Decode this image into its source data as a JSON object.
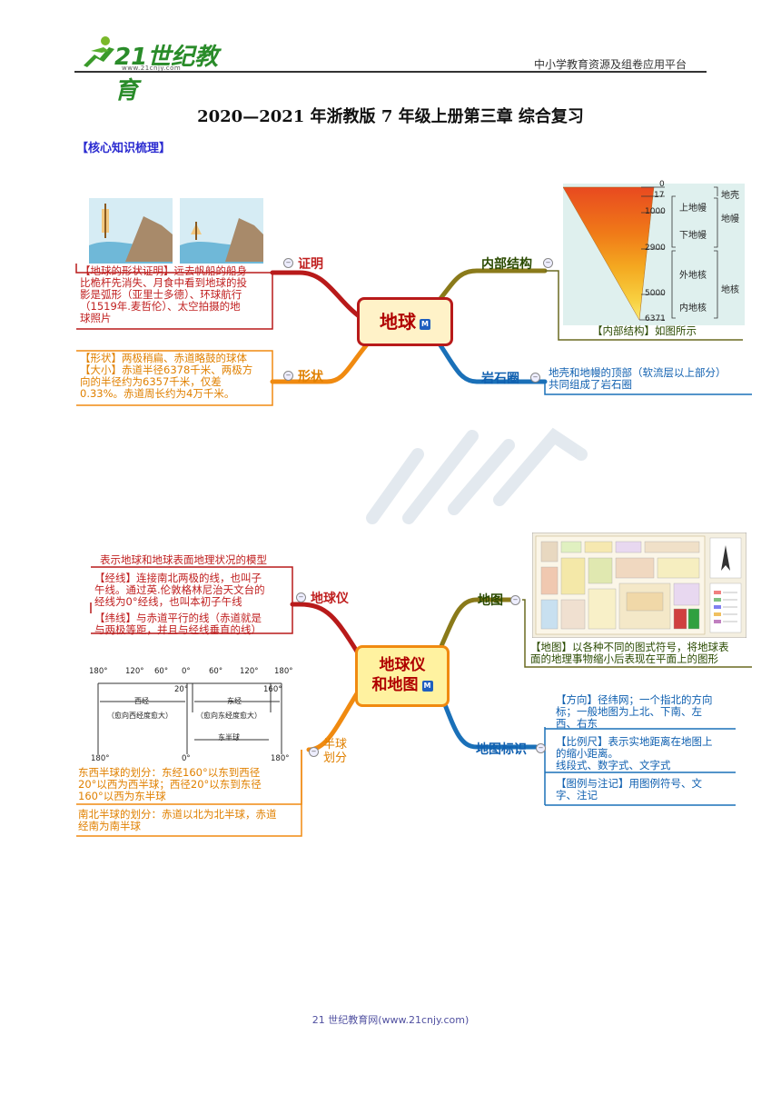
{
  "header": {
    "logo_text": "21世纪教育",
    "logo_url": "www.21cnjy.com",
    "platform": "中小学教育资源及组卷应用平台"
  },
  "doc_title": "2020—2021 年浙教版 7 年级上册第三章  综合复习",
  "section_label": "【核心知识梳理】",
  "map1": {
    "center": "地球",
    "badge": "M",
    "branches": {
      "proof": "证明",
      "shape": "形状",
      "structure": "内部结构",
      "lithosphere": "岩石圈"
    },
    "proof_note": [
      "【地球的形状证明】远去帆船的船身",
      "比桅杆先消失、月食中看到地球的投",
      "影是弧形（亚里士多德）、环球航行",
      "（1519年.麦哲伦）、太空拍摄的地",
      "球照片"
    ],
    "shape_note": [
      "【形状】两极稍扁、赤道略鼓的球体",
      "【大小】赤道半径6378千米、两极方",
      "向的半径约为6357千米，仅差",
      "0.33%。赤道周长约为4万千米。"
    ],
    "structure_caption": "【内部结构】如图所示",
    "structure_depths": [
      "0",
      "17",
      "1000",
      "2900",
      "5000",
      "6371"
    ],
    "structure_layers": [
      "上地幔",
      "下地幔",
      "外地核",
      "内地核"
    ],
    "structure_groups": [
      "地壳",
      "地幔",
      "地核"
    ],
    "lithosphere_note": [
      "地壳和地幔的顶部（软流层以上部分）",
      "共同组成了岩石圈"
    ]
  },
  "map2": {
    "center_line1": "地球仪",
    "center_line2": "和地图",
    "badge": "M",
    "branches": {
      "globe": "地球仪",
      "hemisphere_line1": "半球",
      "hemisphere_line2": "划分",
      "map": "地图",
      "map_marks": "地图标识"
    },
    "globe_def": "表示地球和地球表面地理状况的模型",
    "meridian_note": [
      "【经线】连接南北两极的线，也叫子",
      "午线。通过英.伦敦格林尼治天文台的",
      "经线为0°经线，也叫本初子午线"
    ],
    "parallel_note": [
      "【纬线】与赤道平行的线（赤道就是",
      "与两极等距，并且与经线垂直的线）"
    ],
    "hemisphere_diagram": {
      "top_ticks": [
        "180°",
        "120°",
        "60°",
        "0°",
        "60°",
        "120°",
        "180°"
      ],
      "marks": [
        "20°",
        "160°"
      ],
      "west_label": "西经",
      "west_sub": "（愈向西经度愈大）",
      "east_label": "东经",
      "east_sub": "（愈向东经度愈大）",
      "east_hemi": "东半球",
      "bottom_ticks": [
        "180°",
        "0°",
        "180°"
      ]
    },
    "ew_note": [
      "东西半球的划分：东经160°以东到西径",
      "20°以西为西半球；西径20°以东到东径",
      "160°以西为东半球"
    ],
    "ns_note": [
      "南北半球的划分：赤道以北为北半球，赤道",
      "经南为南半球"
    ],
    "map_note": [
      "【地图】以各种不同的图式符号，将地球表",
      "面的地理事物缩小后表现在平面上的图形"
    ],
    "direction_note": [
      "【方向】径纬网；一个指北的方向",
      "标；一般地图为上北、下南、左",
      "西、右东"
    ],
    "scale_note": [
      "【比例尺】表示实地距离在地图上",
      "的缩小距离。",
      "线段式、数字式、文字式"
    ],
    "legend_note": [
      "【图例与注记】用图例符号、文",
      "字、注记"
    ]
  },
  "footer": "21 世纪教育网(www.21cnjy.com)"
}
